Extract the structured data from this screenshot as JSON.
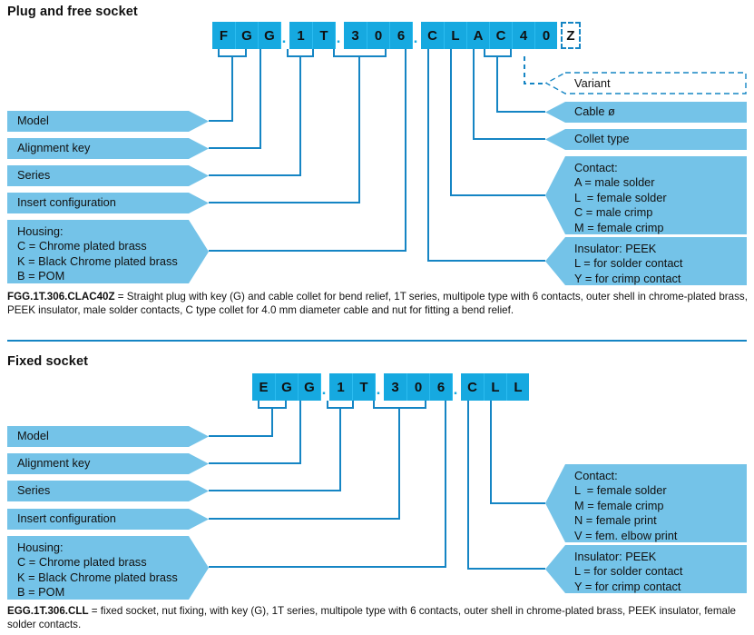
{
  "sections": [
    {
      "title": "Plug and free socket",
      "code_chars": [
        "F",
        "G",
        "G",
        ".",
        "1",
        "T",
        ".",
        "3",
        "0",
        "6",
        ".",
        "C",
        "L",
        "A",
        "C",
        "4",
        "0",
        "Z"
      ],
      "code_string": "FGG.1T.306.CLAC40Z",
      "variant_char": "Z",
      "left_labels": [
        {
          "name": "model",
          "text": "Model"
        },
        {
          "name": "alignment-key",
          "text": "Alignment key"
        },
        {
          "name": "series",
          "text": "Series"
        },
        {
          "name": "insert-configuration",
          "text": "Insert configuration"
        },
        {
          "name": "housing",
          "text": "Housing:\nC = Chrome plated brass\nK = Black Chrome plated brass\nB = POM"
        }
      ],
      "right_labels": [
        {
          "name": "variant",
          "text": "Variant"
        },
        {
          "name": "cable-diameter",
          "text": "Cable ø"
        },
        {
          "name": "collet-type",
          "text": "Collet type"
        },
        {
          "name": "contact",
          "text": "Contact:\nA = male solder\nL  = female solder\nC = male crimp\nM = female crimp"
        },
        {
          "name": "insulator",
          "text": "Insulator: PEEK\nL = for solder contact\nY = for crimp contact"
        }
      ],
      "caption_code": "FGG.1T.306.CLAC40Z",
      "caption_text": " = Straight plug with key (G) and cable collet for bend relief, 1T series, multipole type with 6 contacts, outer shell in chrome-plated brass, PEEK insulator, male solder contacts, C type collet for 4.0 mm diameter cable and nut for fitting a bend relief."
    },
    {
      "title": "Fixed socket",
      "code_chars": [
        "E",
        "G",
        "G",
        ".",
        "1",
        "T",
        ".",
        "3",
        "0",
        "6",
        ".",
        "C",
        "L",
        "L"
      ],
      "code_string": "EGG.1T.306.CLL",
      "left_labels": [
        {
          "name": "model",
          "text": "Model"
        },
        {
          "name": "alignment-key",
          "text": "Alignment key"
        },
        {
          "name": "series",
          "text": "Series"
        },
        {
          "name": "insert-configuration",
          "text": "Insert configuration"
        },
        {
          "name": "housing",
          "text": "Housing:\nC = Chrome plated brass\nK = Black Chrome plated brass\nB = POM"
        }
      ],
      "right_labels": [
        {
          "name": "contact",
          "text": "Contact:\nL  = female solder\nM = female crimp\nN = female print\nV = fem. elbow print"
        },
        {
          "name": "insulator",
          "text": "Insulator: PEEK\nL = for solder contact\nY = for crimp contact"
        }
      ],
      "caption_code": "EGG.1T.306.CLL",
      "caption_text": " = fixed socket, nut fixing, with key (G), 1T series, multipole type with 6 contacts, outer shell in chrome-plated brass, PEEK insulator, female solder contacts."
    }
  ],
  "colors": {
    "code_box": "#16a9e0",
    "label_bar": "#74c3e8",
    "line": "#1585c4",
    "text": "#111111",
    "background": "#ffffff"
  }
}
